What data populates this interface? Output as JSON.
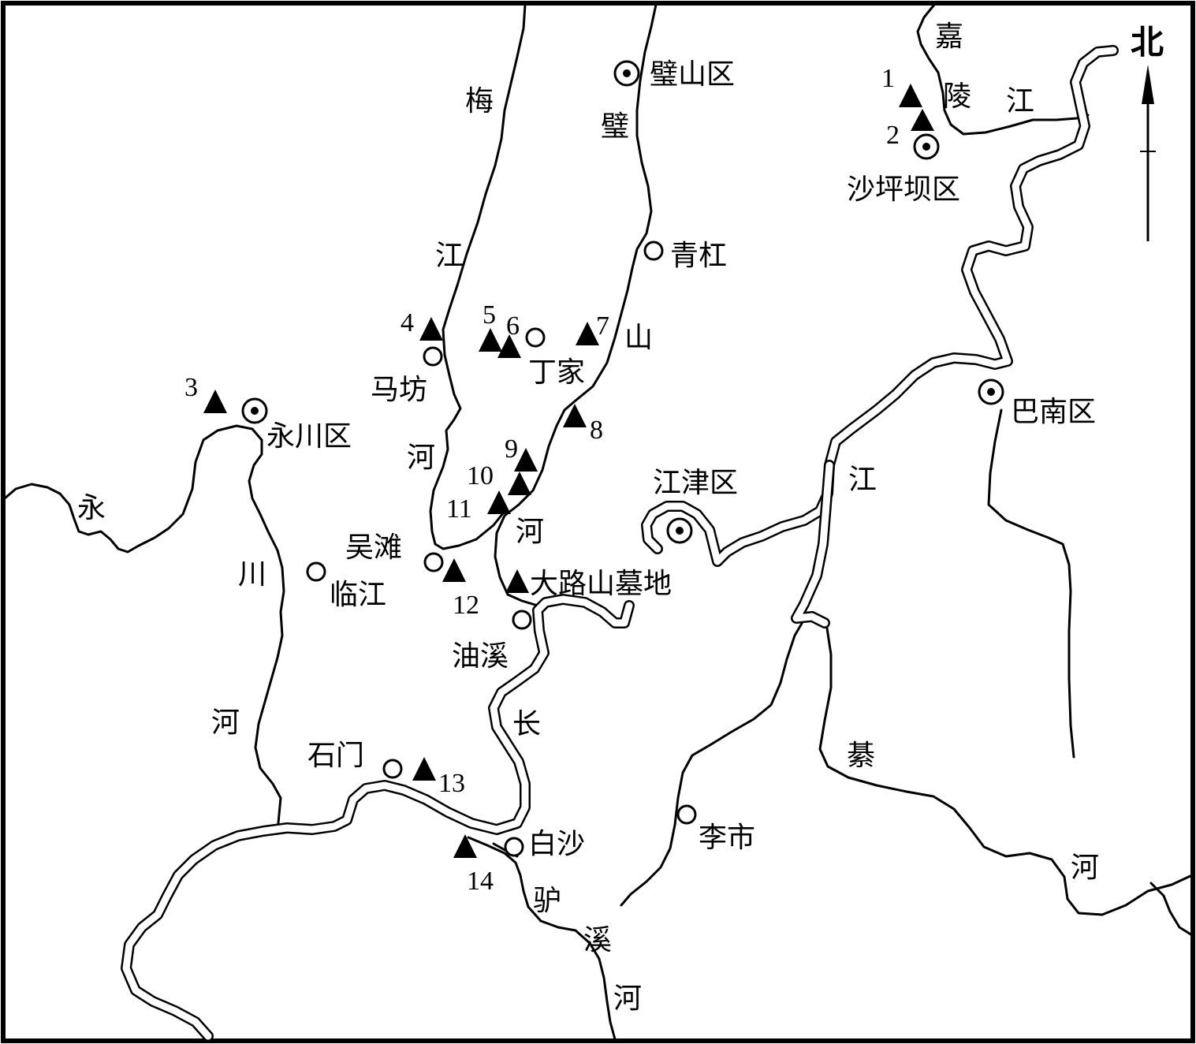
{
  "north": "北",
  "districts": [
    {
      "id": "bishan",
      "name": "璧山区"
    },
    {
      "id": "shapingba",
      "name": "沙坪坝区"
    },
    {
      "id": "yongchuan",
      "name": "永川区"
    },
    {
      "id": "banan",
      "name": "巴南区"
    },
    {
      "id": "jiangjin",
      "name": "江津区"
    }
  ],
  "towns": [
    {
      "id": "qinggang",
      "name": "青杠"
    },
    {
      "id": "dingjia",
      "name": "丁家"
    },
    {
      "id": "mafang",
      "name": "马坊"
    },
    {
      "id": "wutan",
      "name": "吴滩"
    },
    {
      "id": "linjiang",
      "name": "临江"
    },
    {
      "id": "youxi",
      "name": "油溪"
    },
    {
      "id": "shimen",
      "name": "石门"
    },
    {
      "id": "baisha",
      "name": "白沙"
    },
    {
      "id": "lishi",
      "name": "李市"
    }
  ],
  "sites": [
    {
      "id": "1",
      "label": "1"
    },
    {
      "id": "2",
      "label": "2"
    },
    {
      "id": "3",
      "label": "3"
    },
    {
      "id": "4",
      "label": "4"
    },
    {
      "id": "5",
      "label": "5"
    },
    {
      "id": "6",
      "label": "6"
    },
    {
      "id": "7",
      "label": "7"
    },
    {
      "id": "8",
      "label": "8"
    },
    {
      "id": "9",
      "label": "9"
    },
    {
      "id": "10",
      "label": "10"
    },
    {
      "id": "11",
      "label": "11"
    },
    {
      "id": "12",
      "label": "12"
    },
    {
      "id": "13",
      "label": "13"
    },
    {
      "id": "14",
      "label": "14"
    },
    {
      "id": "dalushan",
      "label": "大路山墓地"
    }
  ],
  "water_chars": {
    "jia": "嘉",
    "ling": "陵",
    "jiang_jl": "江",
    "mei": "梅",
    "jiang_mj": "江",
    "he_mj": "河",
    "bi": "璧",
    "shan": "山",
    "he_bs": "河",
    "yong": "永",
    "chuan": "川",
    "he_yc": "河",
    "jiang_cj": "江",
    "chang": "长",
    "qi": "綦",
    "he_qj": "河",
    "lv": "驴",
    "xi": "溪",
    "he_lx": "河"
  }
}
